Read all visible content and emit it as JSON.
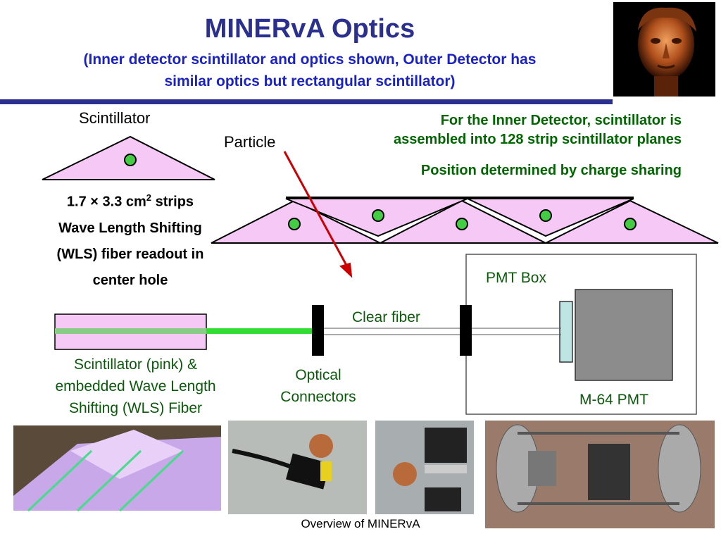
{
  "title": "MINERvA Optics",
  "subtitle_line1": "(Inner detector scintillator and optics shown, Outer Detector has",
  "subtitle_line2": "similar optics but rectangular scintillator)",
  "scintillator_label": "Scintillator",
  "particle_label": "Particle",
  "inner_detector_line1": "For the Inner Detector, scintillator is",
  "inner_detector_line2": "assembled into 128 strip scintillator planes",
  "position_text": "Position determined by charge sharing",
  "strips_line1": "1.7 × 3.3 cm",
  "strips_sup": "2",
  "strips_line1_end": " strips",
  "strips_line2": "Wave Length Shifting",
  "strips_line3": "(WLS) fiber readout in",
  "strips_line4": "center hole",
  "pmt_box_label": "PMT Box",
  "clear_fiber_label": "Clear fiber",
  "optical_connectors_line1": "Optical",
  "optical_connectors_line2": "Connectors",
  "m64_label": "M-64 PMT",
  "scint_fiber_line1": "Scintillator (pink) &",
  "scint_fiber_line2": "embedded Wave Length",
  "scint_fiber_line3": "Shifting (WLS) Fiber",
  "footer": "Overview of MINERvA",
  "colors": {
    "title": "#2b2f8f",
    "subtitle": "#1a22c4",
    "scint_pink": "#f5c8f5",
    "fiber_green": "#33dd33",
    "arrow_red": "#cc0000",
    "text_green": "#006600"
  }
}
